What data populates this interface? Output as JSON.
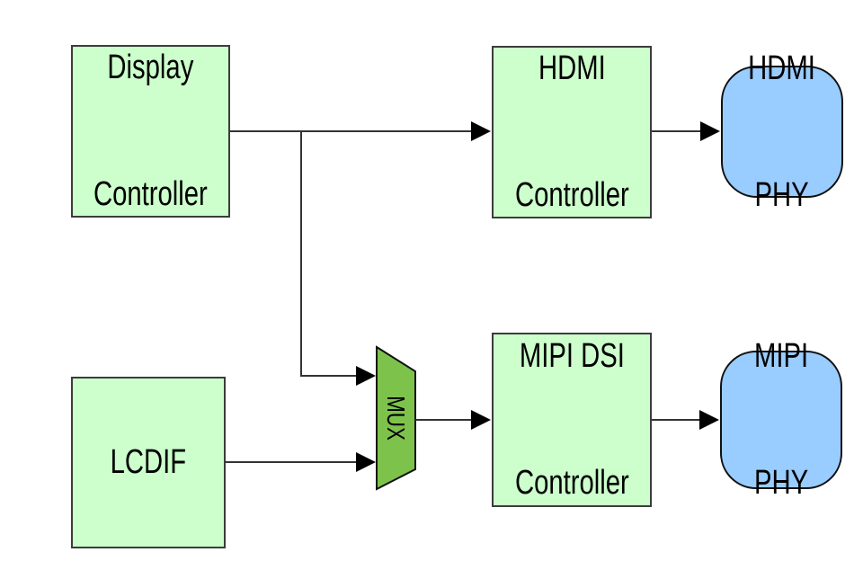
{
  "diagram": {
    "type": "block-diagram",
    "background": "#ffffff",
    "colors": {
      "controller_fill": "#ccffcc",
      "controller_border": "#3c3c3c",
      "phy_fill": "#99ccff",
      "phy_border": "#111111",
      "mux_fill": "#7dc34b",
      "mux_border": "#111111",
      "connector_line": "#333333",
      "arrowhead": "#000000",
      "text": "#000000"
    },
    "blocks": {
      "display_controller": {
        "lines": [
          "Display",
          "Controller"
        ],
        "shape": "rectangle"
      },
      "hdmi_controller": {
        "lines": [
          "HDMI",
          "Controller"
        ],
        "shape": "rectangle"
      },
      "lcdif": {
        "lines": [
          "LCDIF"
        ],
        "shape": "rectangle"
      },
      "mipi_dsi_controller": {
        "lines": [
          "MIPI DSI",
          "Controller"
        ],
        "shape": "rectangle"
      },
      "hdmi_phy": {
        "lines": [
          "HDMI",
          "PHY"
        ],
        "shape": "rounded-rectangle"
      },
      "mipi_phy": {
        "lines": [
          "MIPI",
          "PHY"
        ],
        "shape": "rounded-rectangle"
      },
      "mux": {
        "label": "MUX",
        "shape": "trapezoid"
      }
    },
    "connections": [
      {
        "from": "display_controller",
        "to": "hdmi_controller"
      },
      {
        "from": "display_controller",
        "to": "mux"
      },
      {
        "from": "lcdif",
        "to": "mux"
      },
      {
        "from": "mux",
        "to": "mipi_dsi_controller"
      },
      {
        "from": "hdmi_controller",
        "to": "hdmi_phy"
      },
      {
        "from": "mipi_dsi_controller",
        "to": "mipi_phy"
      }
    ]
  }
}
